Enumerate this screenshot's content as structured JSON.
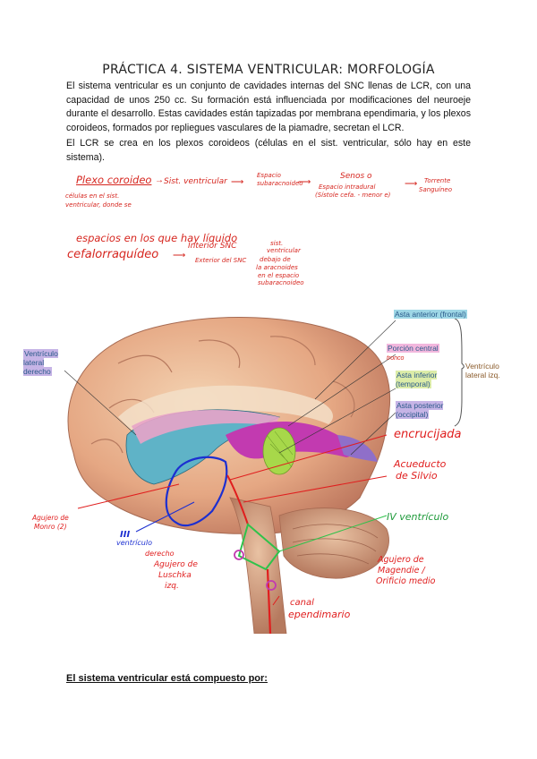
{
  "document": {
    "title": "PRÁCTICA 4. SISTEMA VENTRICULAR: MORFOLOGÍA",
    "paragraph1": "El sistema ventricular es un conjunto de cavidades internas del SNC llenas de LCR, con una capacidad de unos 250 cc. Su formación está influenciada por modificaciones del neuroeje durante el desarrollo. Estas cavidades están tapizadas por membrana ependimaria, y los plexos coroideos, formados por repliegues vasculares de la piamadre, secretan el LCR.",
    "paragraph2": "El LCR se crea en los plexos coroideos (células en el sist. ventricular, sólo hay en este sistema).",
    "section_heading": "El sistema ventricular está compuesto por:"
  },
  "handwritten": {
    "plexo": "Plexo coroideo",
    "arrow1": "→",
    "sist": "Sist. ventricular",
    "arrow2": "⟶",
    "espacio_sub_1": "Espacio",
    "espacio_sub_2": "subaracnoideo",
    "arrow3": "⟶",
    "senos_1": "Senos o",
    "senos_2": "Espacio intradural",
    "senos_3": "(Sístole cefa. - menor e)",
    "arrow4": "⟶",
    "torrente_1": "Torrente",
    "torrente_2": "Sanguíneo",
    "celulas_1": "células en el sist.",
    "celulas_2": "ventricular, donde se",
    "espacios_1": "espacios en los que hay líquido",
    "espacios_2": "cefalorraquídeo",
    "arrow5": "⟶",
    "interior": "Interior SNC",
    "interior_sub_1": "sist.",
    "interior_sub_2": "ventricular",
    "exterior": "Exterior del SNC",
    "exterior_sub_1": "debajo de",
    "exterior_sub_2": "la aracnoides",
    "exterior_sub_3": "en el espacio",
    "exterior_sub_4": "subaracnoideo"
  },
  "figure": {
    "labels": {
      "asta_anterior": "Asta anterior (frontal)",
      "porcion_central": "Porción central",
      "porcion_tronco": "tronco",
      "asta_inferior": "Asta inferior (temporal)",
      "asta_posterior": "Asta posterior (occipital)",
      "ventriculo_lateral_izq": "Ventrículo lateral izq.",
      "ventriculo_lateral_derecho": "Ventrículo lateral derecho"
    },
    "annotations": {
      "encrucijada": "encrucijada",
      "acueducto_1": "Acueducto",
      "acueducto_2": "de Silvio",
      "iv_ventriculo": "IV ventrículo",
      "agujero_monro_1": "Agujero de",
      "agujero_monro_2": "Monro (2)",
      "iii_ventriculo_1": "III",
      "iii_ventriculo_2": "ventrículo",
      "derecho": "derecho",
      "luschka_1": "Agujero de",
      "luschka_2": "Luschka",
      "luschka_3": "izq.",
      "magendie_1": "Agujero de",
      "magendie_2": "Magendie /",
      "magendie_3": "Orificio medio",
      "canal_1": "canal",
      "canal_2": "ependimario"
    }
  },
  "colors": {
    "handwriting_red": "#d6261f",
    "annotation_green": "#1e9a3a",
    "annotation_blue": "#1c2fd1",
    "ventricle_cyan": "#5fb3c7",
    "ventricle_magenta": "#c23ab0",
    "ventricle_green": "#a7d84a"
  }
}
